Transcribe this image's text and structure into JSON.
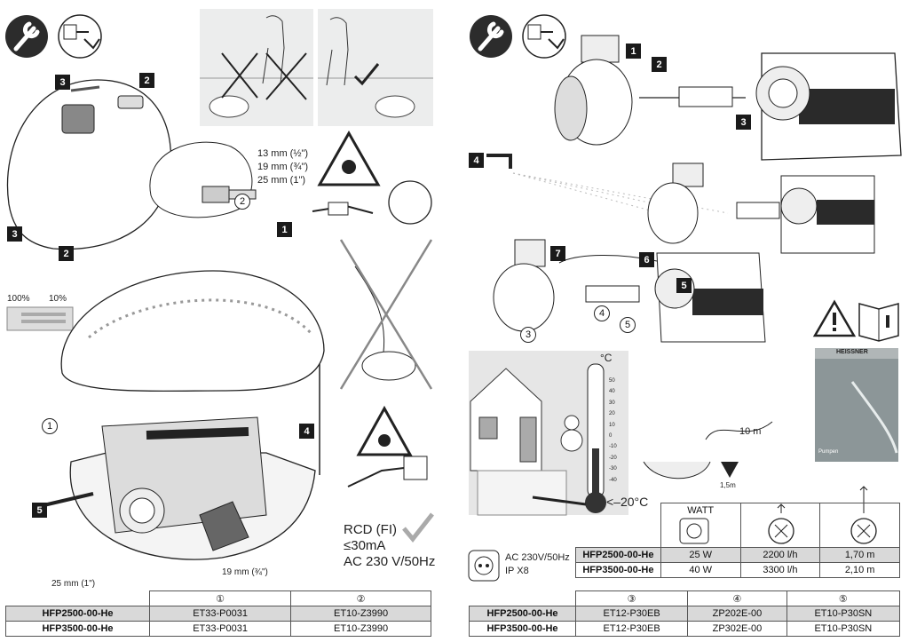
{
  "left": {
    "steps": [
      "1",
      "2",
      "3",
      "3",
      "2",
      "4",
      "5"
    ],
    "thread_sizes": [
      "13 mm (½\")",
      "19 mm (¾\")",
      "25 mm (1\")"
    ],
    "flow_scale": {
      "max": "100%",
      "min": "10%"
    },
    "circled": [
      "1",
      "2"
    ],
    "outlet_25": "25 mm (1\")",
    "outlet_19": "19 mm (¾\")",
    "rcd": {
      "line1": "RCD (FI)",
      "line2": "≤30mA",
      "line3": "AC 230 V/50Hz"
    },
    "parts_header": [
      "①",
      "②"
    ],
    "parts_rows": [
      {
        "model": "HFP2500-00-He",
        "c1": "ET33-P0031",
        "c2": "ET10-Z3990"
      },
      {
        "model": "HFP3500-00-He",
        "c1": "ET33-P0031",
        "c2": "ET10-Z3990"
      }
    ]
  },
  "right": {
    "steps": [
      "1",
      "2",
      "3",
      "4",
      "7",
      "6",
      "5"
    ],
    "circled": [
      "3",
      "4",
      "5"
    ],
    "temp_unit": "°C",
    "temp_ticks": [
      "50",
      "40",
      "30",
      "20",
      "10",
      "0",
      "-10",
      "-20",
      "-30",
      "-40"
    ],
    "frost_temp": "<–20°C",
    "cable_length": "10 m",
    "depth": "1,5m",
    "brand": "HEISSNER",
    "booklet_title": "Pumpen",
    "power_spec": {
      "line1": "AC 230V/50Hz",
      "line2": "IP X8"
    },
    "spec_header": [
      "WATT",
      "",
      ""
    ],
    "spec_rows": [
      {
        "model": "HFP2500-00-He",
        "watt": "25 W",
        "flow": "2200 l/h",
        "head": "1,70 m"
      },
      {
        "model": "HFP3500-00-He",
        "watt": "40 W",
        "flow": "3300 l/h",
        "head": "2,10 m"
      }
    ],
    "parts_header": [
      "③",
      "④",
      "⑤"
    ],
    "parts_rows": [
      {
        "model": "HFP2500-00-He",
        "c1": "ET12-P30EB",
        "c2": "ZP202E-00",
        "c3": "ET10-P30SN"
      },
      {
        "model": "HFP3500-00-He",
        "c1": "ET12-P30EB",
        "c2": "ZP302E-00",
        "c3": "ET10-P30SN"
      }
    ]
  }
}
